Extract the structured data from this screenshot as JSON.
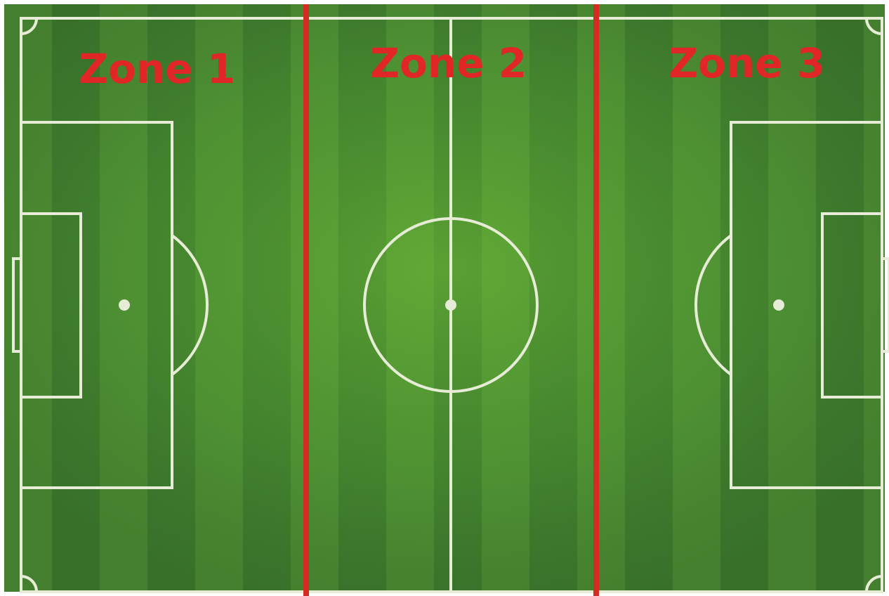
{
  "colors": {
    "stripe_dark": "#3d7a2e",
    "stripe_mid": "#4a8a33",
    "stripe_light": "#5aa536",
    "line": "#e6ecd6",
    "zone_divider": "#d42b22",
    "zone_text": "#e02626"
  },
  "zones": [
    {
      "label": "Zone 1"
    },
    {
      "label": "Zone 2"
    },
    {
      "label": "Zone 3"
    }
  ]
}
